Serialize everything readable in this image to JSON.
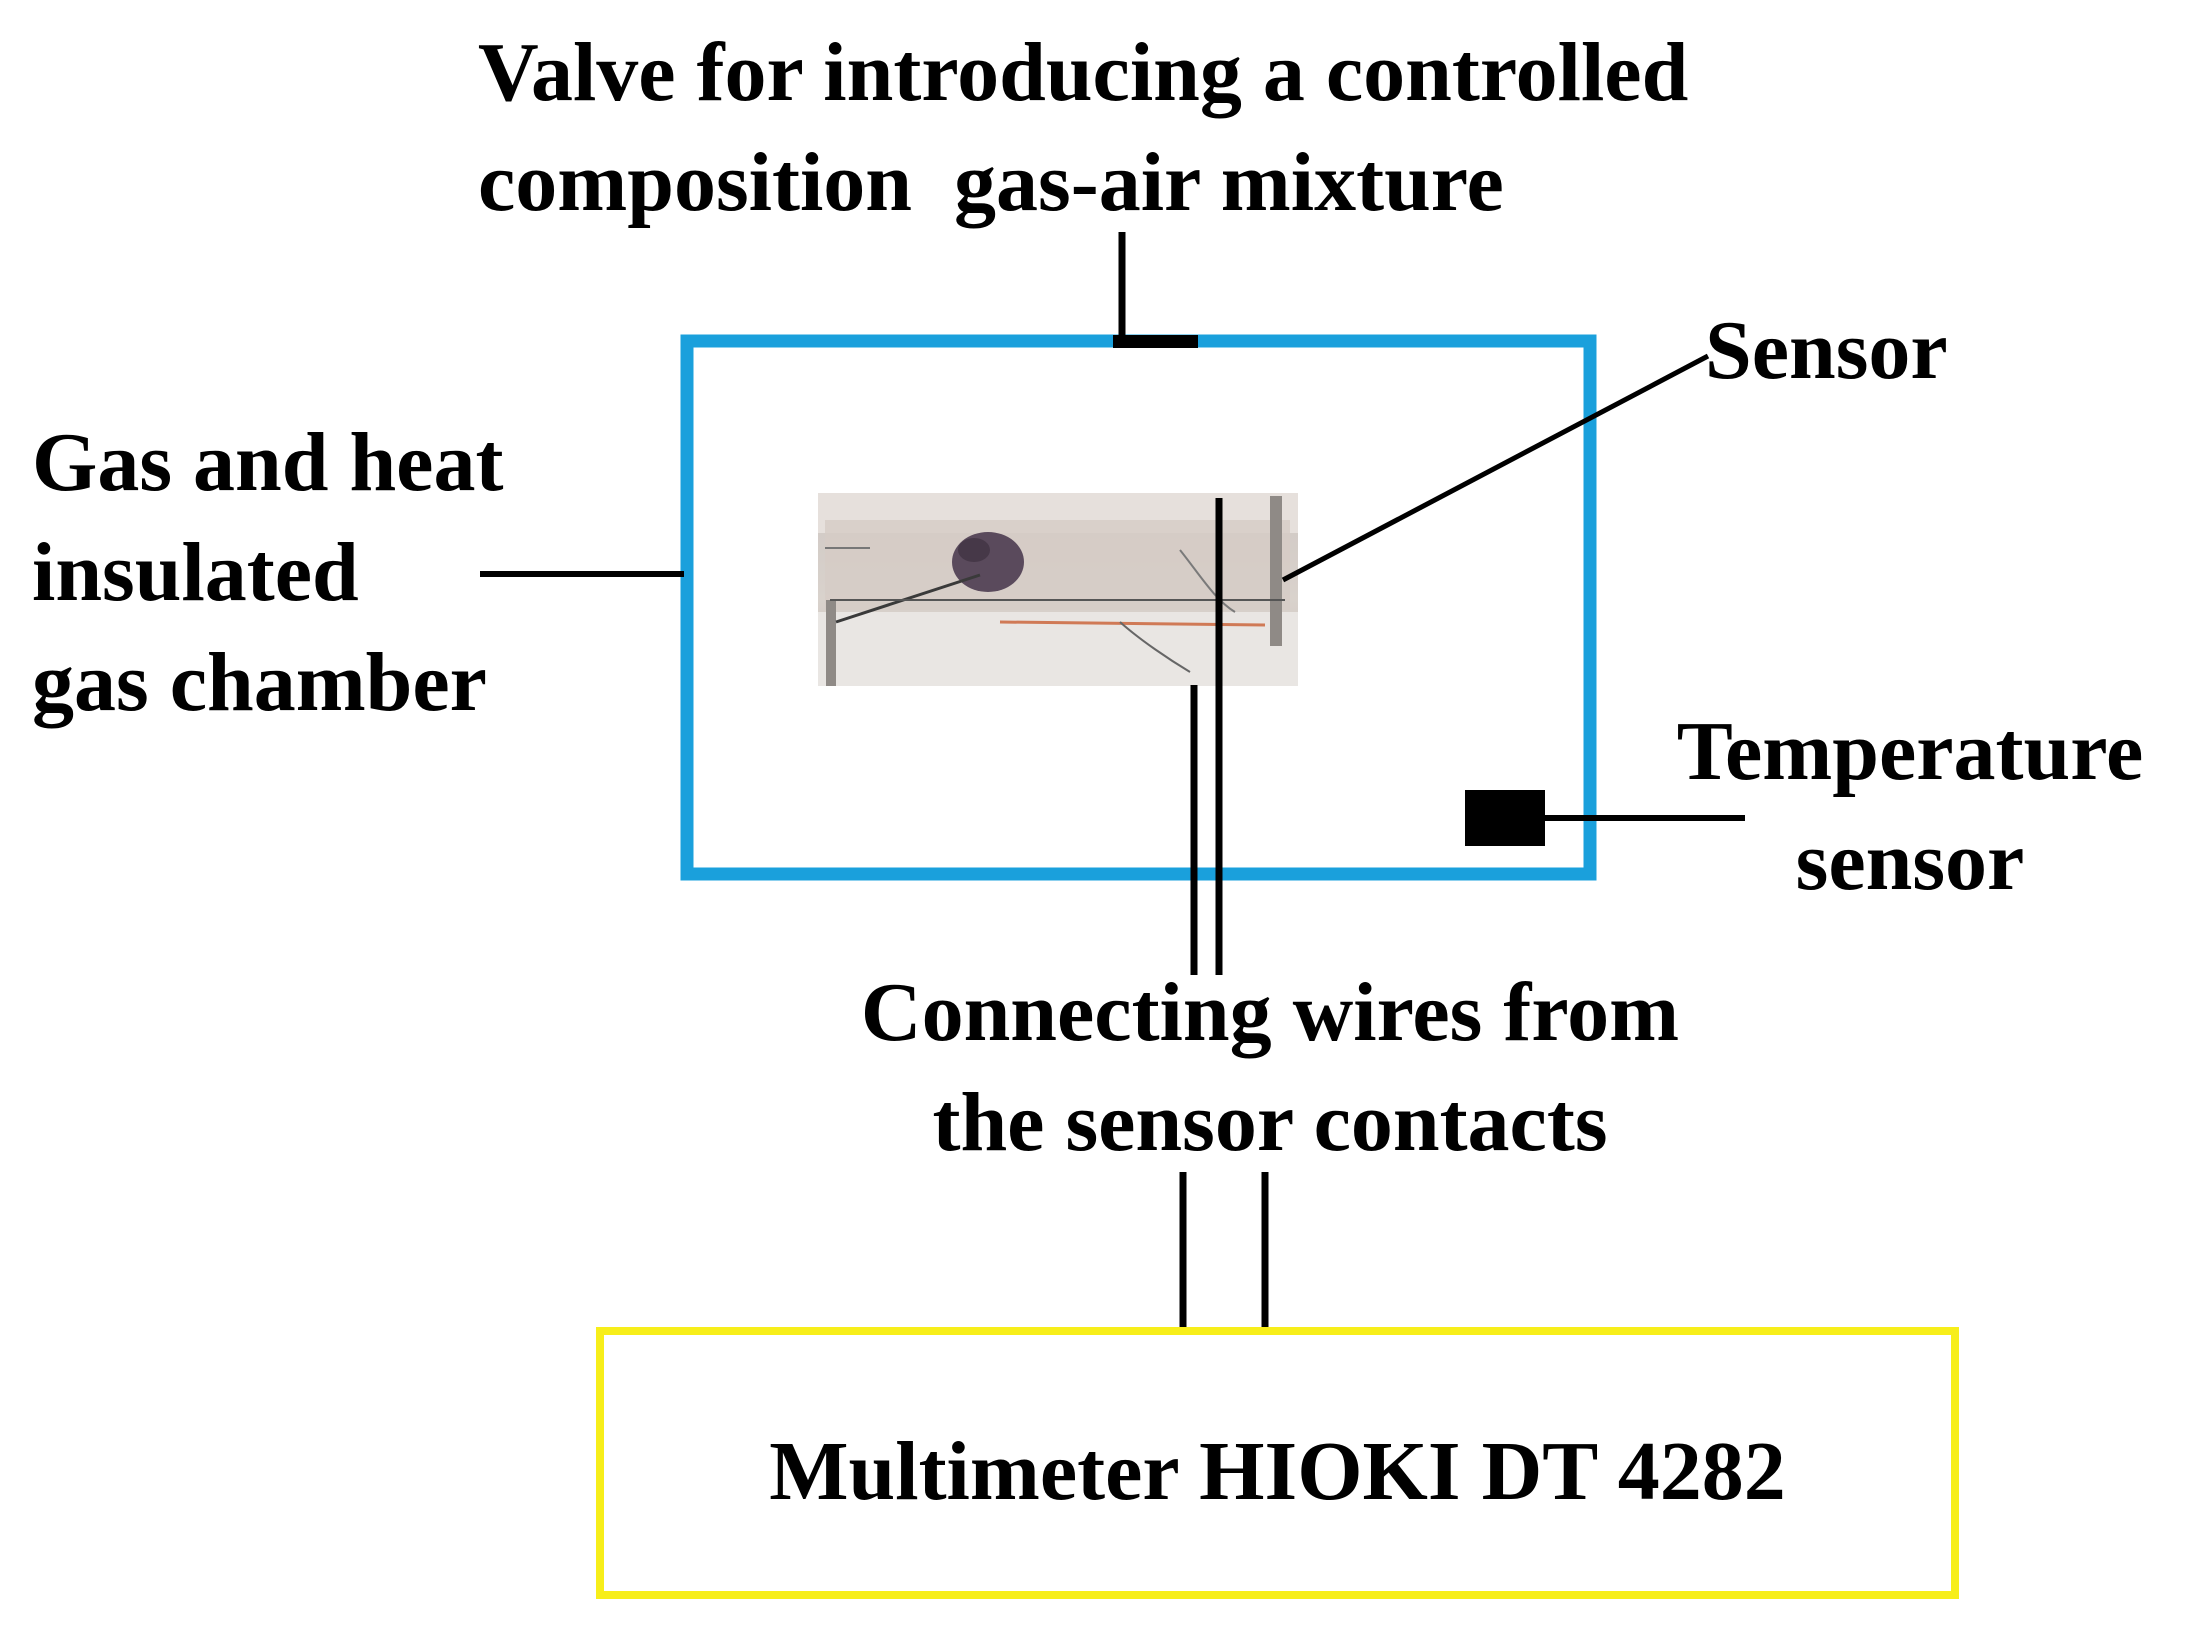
{
  "labels": {
    "valve": [
      "Valve for introducing a controlled",
      "composition  gas-air mixture"
    ],
    "sensor": "Sensor",
    "chamber": [
      "Gas and heat",
      "insulated",
      "gas chamber"
    ],
    "temperature": [
      "Temperature",
      "sensor"
    ],
    "wires": [
      "Connecting wires from",
      "the sensor contacts"
    ],
    "multimeter": "Multimeter HIOKI DT 4282"
  },
  "colors": {
    "chamber_border": "#1aa0dc",
    "multimeter_border": "#f7ee1a",
    "lines": "#000000",
    "text": "#000000"
  }
}
